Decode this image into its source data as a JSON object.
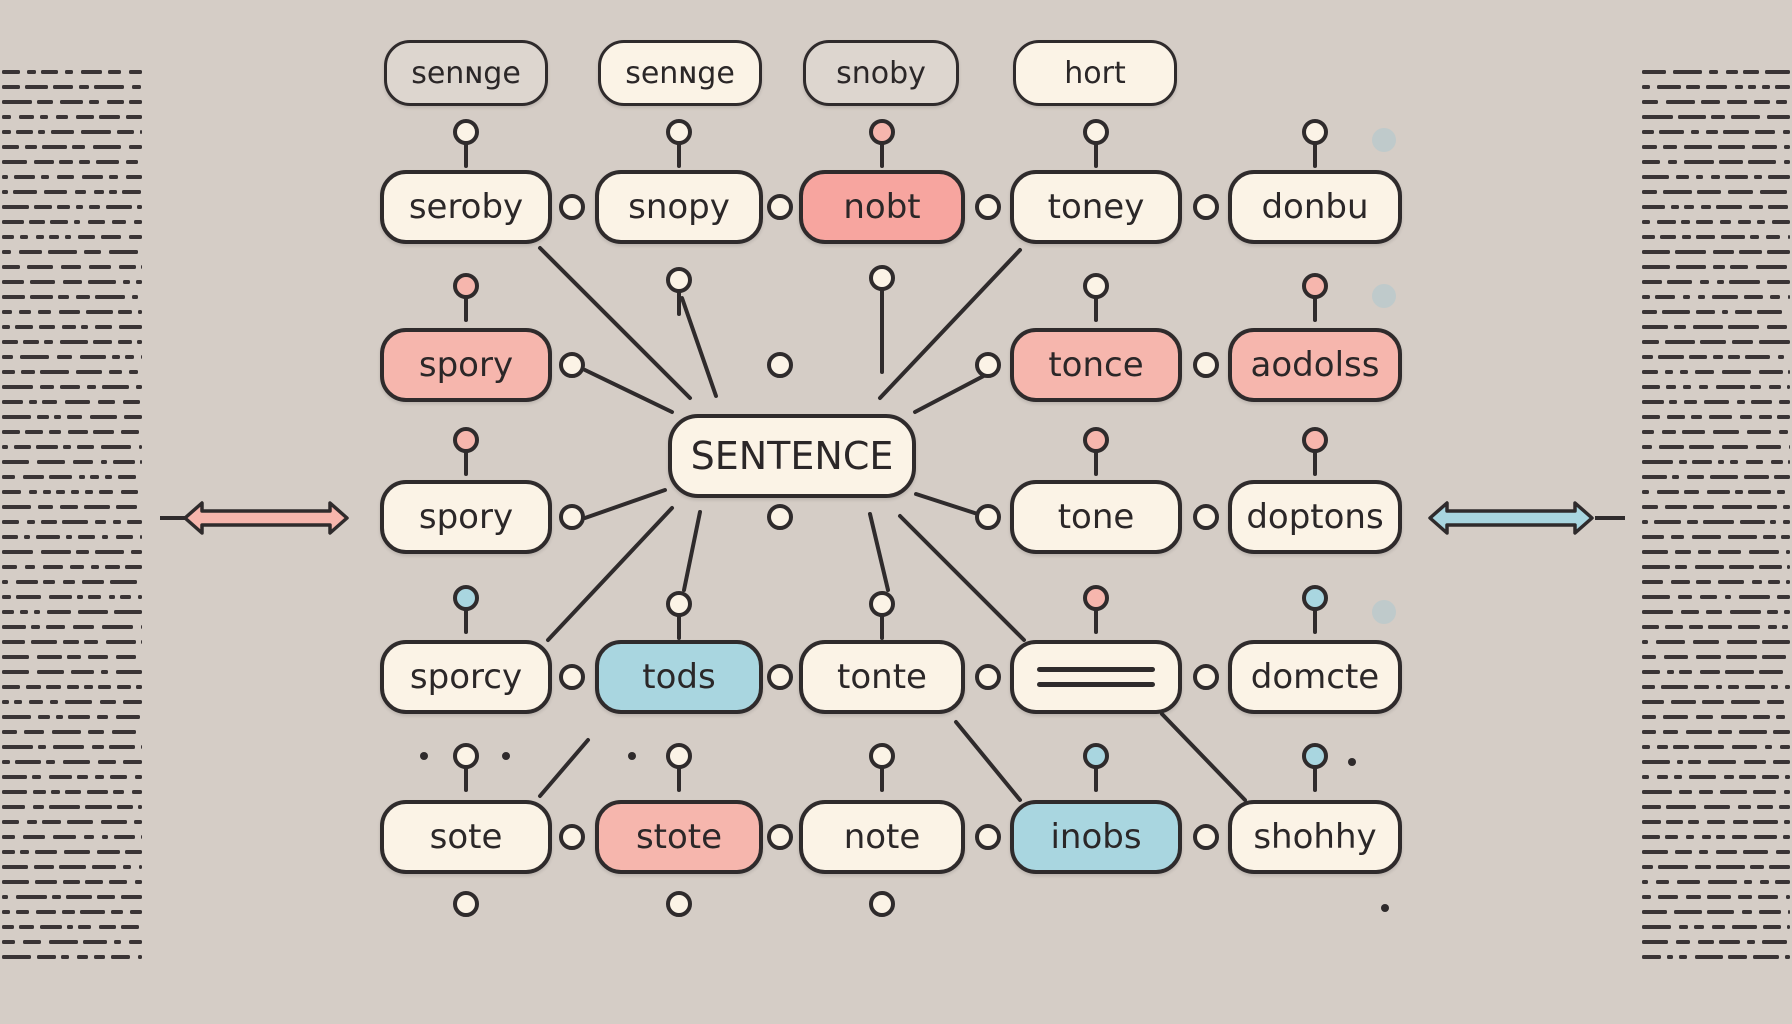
{
  "center": "SENTENCE",
  "top_row": [
    "senɴge",
    "senɴge",
    "snoby",
    "hort"
  ],
  "rows": [
    [
      "seroby",
      "snopy",
      "nobt",
      "toney",
      "donbu"
    ],
    [
      "spory",
      "",
      "",
      "tonce",
      "aodolss"
    ],
    [
      "spory",
      "",
      "",
      "tone",
      "doptons"
    ],
    [
      "sporcy",
      "tods",
      "tonte",
      "",
      "domcte"
    ],
    [
      "sote",
      "stote",
      "note",
      "inobs",
      "shohhy"
    ]
  ],
  "icons": {
    "left_arrow": "double-arrow-icon",
    "right_arrow": "double-arrow-icon",
    "list_node": "menu-lines-icon"
  },
  "colors": {
    "background": "#d5cdc6",
    "cream": "#fbf3e6",
    "pink": "#f6b6ad",
    "blue": "#a9d6e0",
    "ink": "#2f2b2c"
  }
}
